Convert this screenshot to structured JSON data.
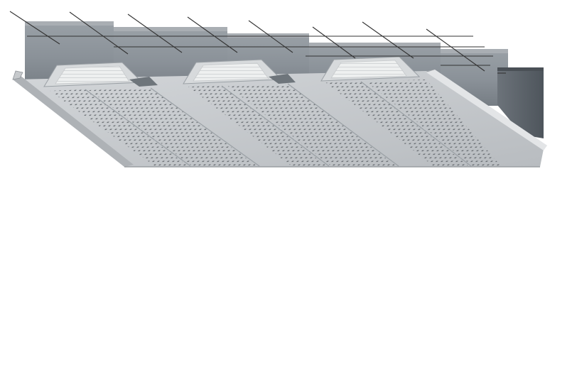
{
  "figure": {
    "kind": "cutaway ceiling/deck assembly illustration",
    "background_color": "#ffffff",
    "colors": {
      "insulation_block_light": "#a6acb2",
      "insulation_block_mid": "#8e959c",
      "insulation_block_dark": "#5f666d",
      "deck_surface": "#c8cbce",
      "deck_edge_light": "#e4e6e8",
      "deck_edge_shadow": "#8f9499",
      "perforation": "#5a5f64",
      "batt_insulation": "#f1f2f2",
      "leader_line": "#333333"
    }
  },
  "components": {
    "insulation_blocks": 4,
    "deck_ribs": 3,
    "perforated_bands": 6,
    "leader_lines": 8
  }
}
